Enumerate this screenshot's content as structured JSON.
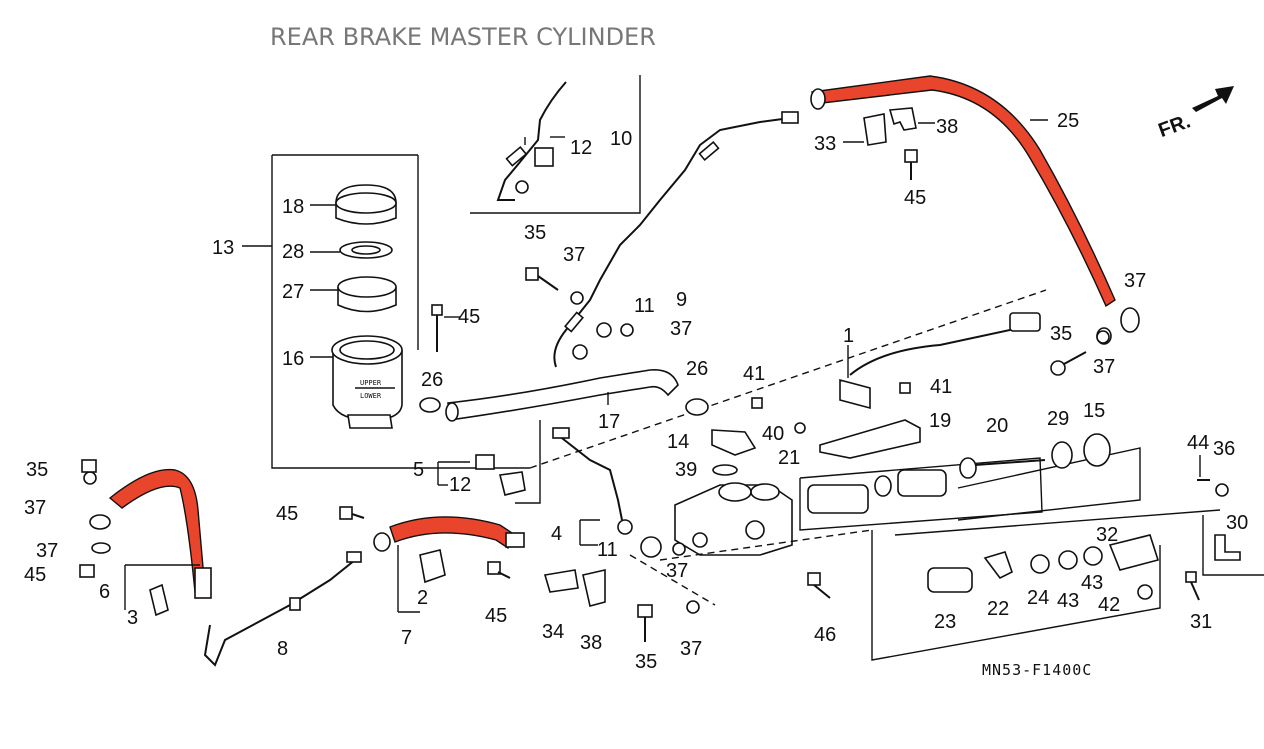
{
  "title": "REAR BRAKE MASTER CYLINDER",
  "diagram_code": "MN53-F1400C",
  "front_marker": "FR.",
  "colors": {
    "highlight_hose": "#e8452c",
    "title": "#777777",
    "line": "#111111"
  },
  "labels": {
    "l1": "1",
    "l2": "2",
    "l3": "3",
    "l4": "4",
    "l5": "5",
    "l6": "6",
    "l7": "7",
    "l8": "8",
    "l9": "9",
    "l10": "10",
    "l11a": "11",
    "l11b": "11",
    "l12a": "12",
    "l12b": "12",
    "l13": "13",
    "l14": "14",
    "l15": "15",
    "l16": "16",
    "l17": "17",
    "l18": "18",
    "l19": "19",
    "l20": "20",
    "l21": "21",
    "l22": "22",
    "l23": "23",
    "l24": "24",
    "l25": "25",
    "l26a": "26",
    "l26b": "26",
    "l27": "27",
    "l28": "28",
    "l29": "29",
    "l30": "30",
    "l31": "31",
    "l32": "32",
    "l33": "33",
    "l34": "34",
    "l35a": "35",
    "l35b": "35",
    "l35c": "35",
    "l35d": "35",
    "l36": "36",
    "l37a": "37",
    "l37b": "37",
    "l37c": "37",
    "l37d": "37",
    "l37e": "37",
    "l37f": "37",
    "l37g": "37",
    "l37h": "37",
    "l38a": "38",
    "l38b": "38",
    "l39": "39",
    "l40": "40",
    "l41a": "41",
    "l41b": "41",
    "l42": "42",
    "l43a": "43",
    "l43b": "43",
    "l44": "44",
    "l45a": "45",
    "l45b": "45",
    "l45c": "45",
    "l45d": "45",
    "l45e": "45",
    "l46": "46"
  },
  "reservoir_text": {
    "upper": "UPPER",
    "lower": "LOWER"
  }
}
